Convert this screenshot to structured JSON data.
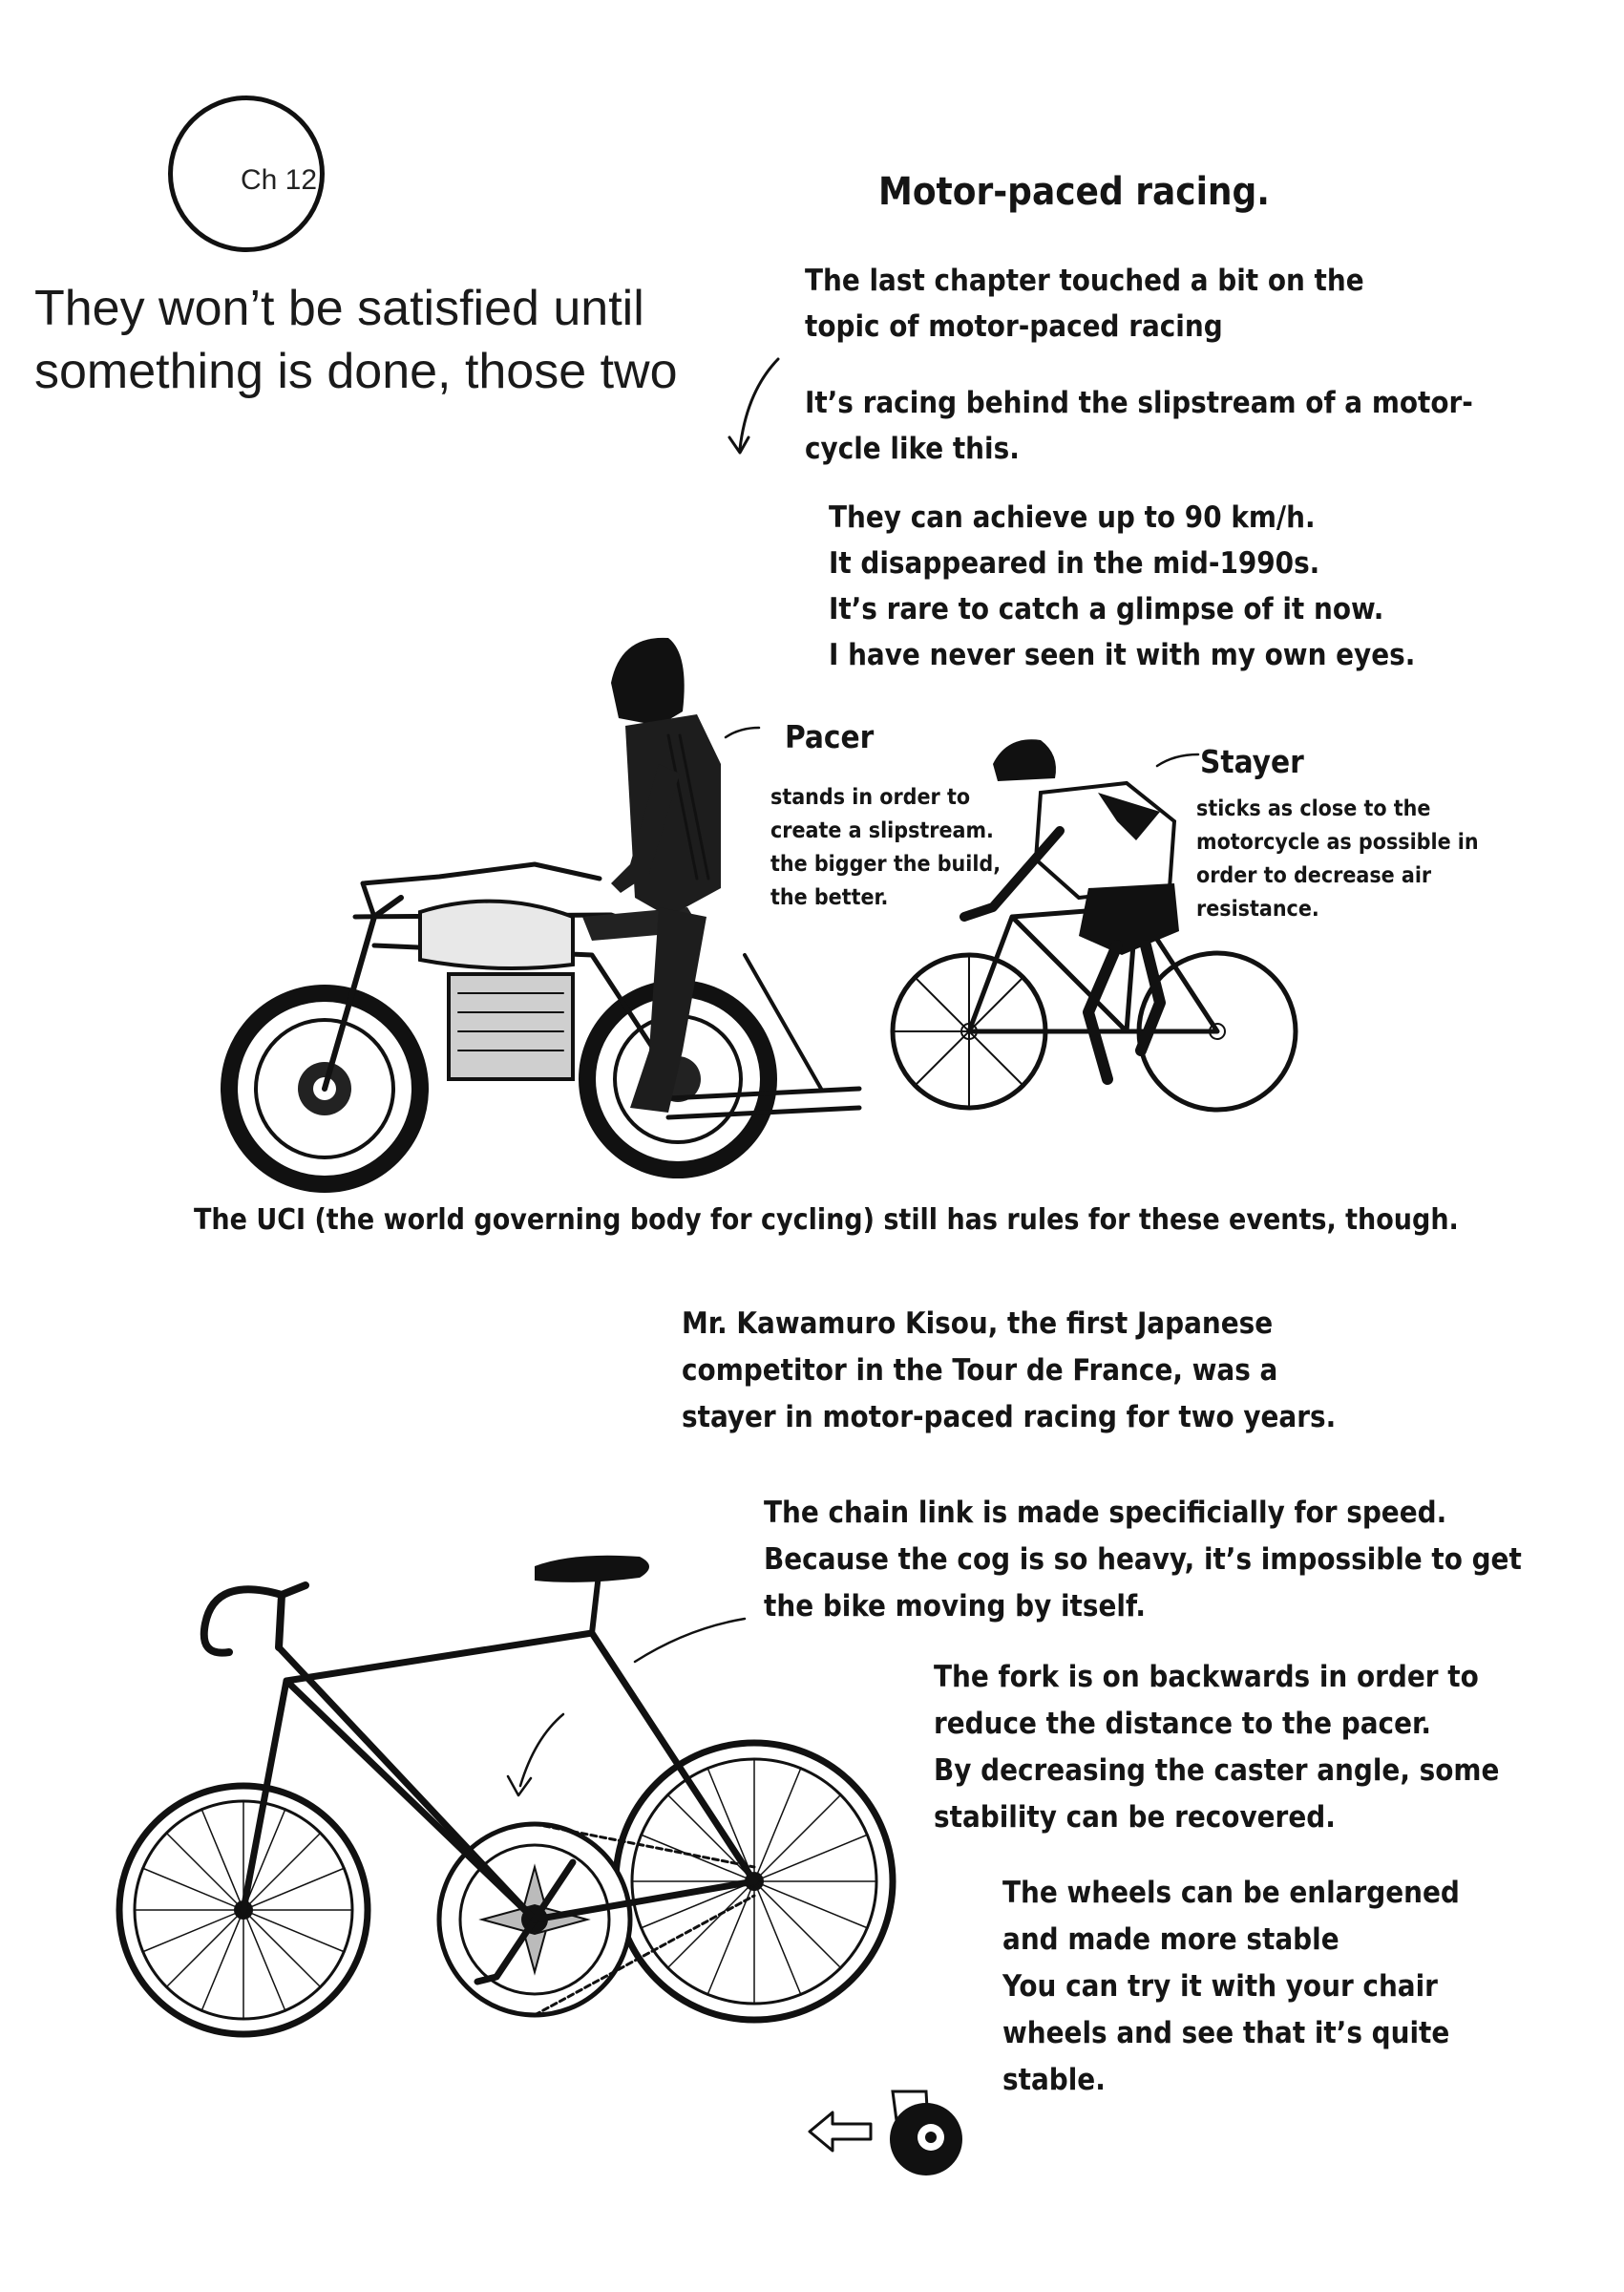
{
  "chapter": {
    "label": "Ch 12"
  },
  "subtitle": {
    "line1": "They won’t be satisfied until",
    "line2": "something is done, those two"
  },
  "title": "Motor-paced racing.",
  "intro": {
    "line1": "The last chapter touched a bit on the",
    "line2": "topic of motor-paced racing",
    "line3": "It’s racing behind the slipstream of a motor-",
    "line4": "cycle like this."
  },
  "facts": [
    "They can achieve up to 90 km/h.",
    "It disappeared in the mid-1990s.",
    "It’s rare to catch a glimpse of it now.",
    "I have never seen it with my own eyes."
  ],
  "pacer": {
    "title": "Pacer",
    "lines": [
      "stands in order to",
      "create a slipstream.",
      "the bigger the build,",
      "the better."
    ]
  },
  "stayer": {
    "title": "Stayer",
    "lines": [
      "sticks as close to the",
      "motorcycle as possible in",
      "order to decrease air",
      "resistance."
    ]
  },
  "uci": "The UCI (the world governing body for cycling) still has rules for these events, though.",
  "kawamuro": [
    "Mr. Kawamuro Kisou, the first Japanese",
    "competitor in the Tour de France, was a",
    "stayer in motor-paced racing for two years."
  ],
  "chain": [
    "The chain link is made specificially for speed.",
    "Because the cog is so heavy, it’s impossible to get",
    "the bike moving by itself."
  ],
  "fork": [
    "The fork is on backwards in order to",
    "reduce the distance to the pacer.",
    "By decreasing the caster angle, some",
    "stability can be recovered."
  ],
  "wheels": [
    "The wheels can be enlargened",
    "and made more stable",
    "You can try it with your chair",
    "wheels and see that it’s quite",
    "stable."
  ],
  "illustration_icons": [
    "motorcycle-icon",
    "pacer-rider-icon",
    "stayer-cyclist-icon",
    "track-bicycle-icon",
    "chair-wheel-icon",
    "left-arrow-icon"
  ]
}
